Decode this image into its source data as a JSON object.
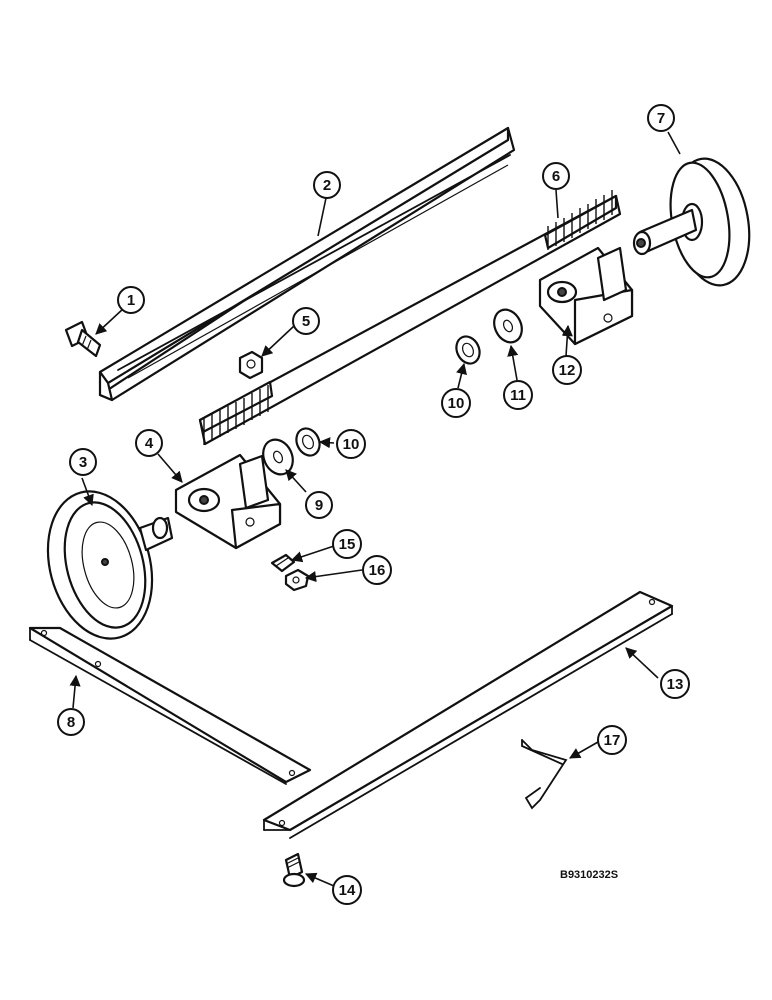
{
  "diagram": {
    "drawing_code": "B9310232S",
    "callouts": [
      {
        "id": "c1",
        "label": "1"
      },
      {
        "id": "c2",
        "label": "2"
      },
      {
        "id": "c3",
        "label": "3"
      },
      {
        "id": "c4",
        "label": "4"
      },
      {
        "id": "c5",
        "label": "5"
      },
      {
        "id": "c6",
        "label": "6"
      },
      {
        "id": "c7",
        "label": "7"
      },
      {
        "id": "c8",
        "label": "8"
      },
      {
        "id": "c9",
        "label": "9"
      },
      {
        "id": "c10a",
        "label": "10"
      },
      {
        "id": "c10b",
        "label": "10"
      },
      {
        "id": "c11",
        "label": "11"
      },
      {
        "id": "c12",
        "label": "12"
      },
      {
        "id": "c13",
        "label": "13"
      },
      {
        "id": "c14",
        "label": "14"
      },
      {
        "id": "c15",
        "label": "15"
      },
      {
        "id": "c16",
        "label": "16"
      },
      {
        "id": "c17",
        "label": "17"
      }
    ]
  }
}
